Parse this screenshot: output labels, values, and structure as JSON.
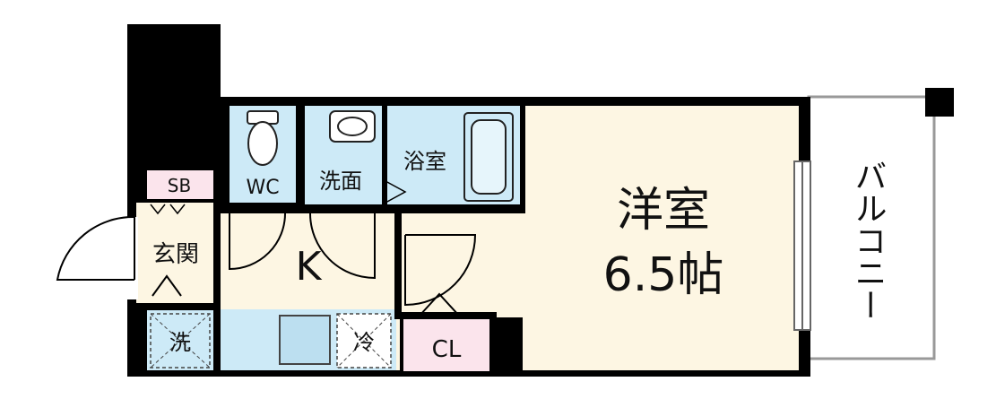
{
  "rooms": {
    "wc": "WC",
    "washroom": "洗面",
    "bath": "浴室",
    "western_room": "洋室",
    "western_room_size": "6.5帖",
    "kitchen": "K",
    "entrance": "玄関",
    "shoe_box": "SB",
    "laundry": "洗",
    "fridge": "冷",
    "closet": "CL",
    "balcony": "バルコニー"
  },
  "colors": {
    "wall": "#000000",
    "floor": "#fdf6e3",
    "wet_area": "#cdeaf7",
    "pink": "#fbe4ec",
    "white": "#ffffff"
  }
}
